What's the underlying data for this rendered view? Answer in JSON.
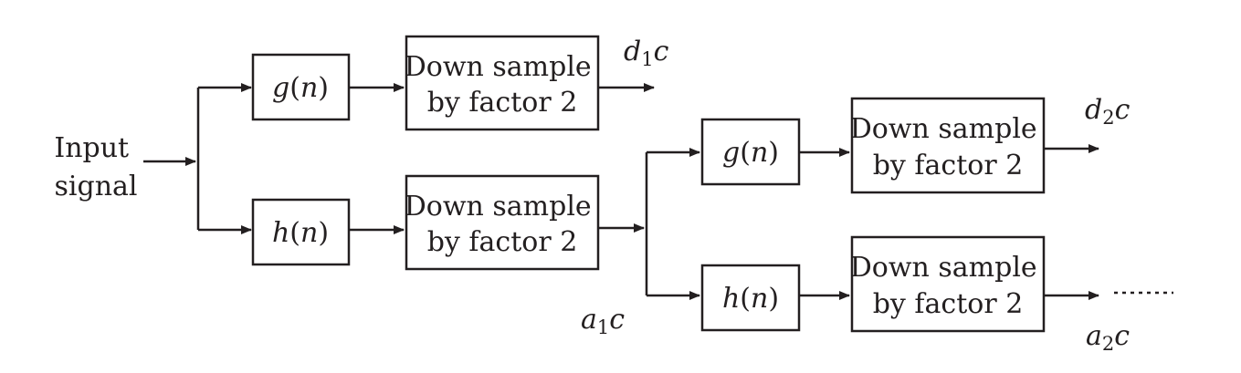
{
  "input": {
    "line1": "Input",
    "line2": "signal"
  },
  "stage1": {
    "g_block": {
      "func": "g",
      "arg": "n"
    },
    "h_block": {
      "func": "h",
      "arg": "n"
    },
    "down_top": {
      "line1": "Down sample",
      "line2": "by factor 2"
    },
    "down_bottom": {
      "line1": "Down sample",
      "line2": "by factor 2"
    },
    "detail_output": {
      "var": "d",
      "sub": "1",
      "suffix": "c"
    },
    "approx_output": {
      "var": "a",
      "sub": "1",
      "suffix": "c"
    }
  },
  "stage2": {
    "g_block": {
      "func": "g",
      "arg": "n"
    },
    "h_block": {
      "func": "h",
      "arg": "n"
    },
    "down_top": {
      "line1": "Down sample",
      "line2": "by factor 2"
    },
    "down_bottom": {
      "line1": "Down sample",
      "line2": "by factor 2"
    },
    "detail_output": {
      "var": "d",
      "sub": "2",
      "suffix": "c"
    },
    "approx_output": {
      "var": "a",
      "sub": "2",
      "suffix": "c"
    }
  },
  "continuation": "dotted-line"
}
